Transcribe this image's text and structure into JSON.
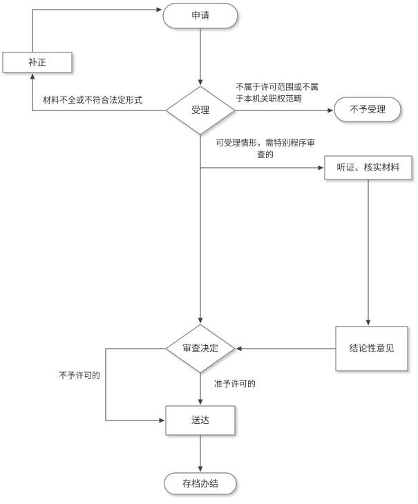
{
  "flowchart": {
    "nodes": {
      "apply": "申请",
      "correction": "补正",
      "accept": "受理",
      "not_accepted": "不予受理",
      "hearing": "听证、核实材料",
      "conclusion": "结论性意见",
      "review_decision": "审查决定",
      "deliver": "送达",
      "archive": "存档办结"
    },
    "labels": {
      "incomplete_materials": "材料不全或不符合法定形式",
      "out_of_scope_line1": "不属于许可范围或不属",
      "out_of_scope_line2": "于本机关职权范畴",
      "special_procedure_line1": "可受理情形，需特别程序审",
      "special_procedure_line2": "查的",
      "not_permitted": "不予许可的",
      "permitted": "准予许可的"
    },
    "colors": {
      "background": "#ffffff",
      "node_fill": "#ffffff",
      "node_border": "#808080",
      "connector": "#404040",
      "text": "#333333"
    }
  }
}
